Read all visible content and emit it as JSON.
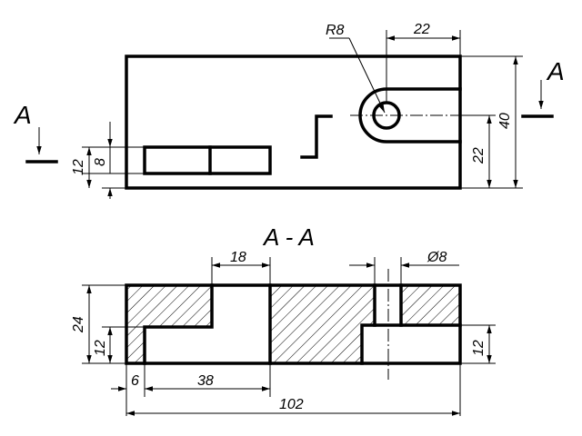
{
  "drawing": {
    "section_title": "A - A",
    "cut_label_left": "A",
    "cut_label_right": "A",
    "top_view": {
      "radius": "R8",
      "slot_length": "22",
      "height": "40",
      "slot_offset": "22",
      "pocket_outer": "12",
      "pocket_inner": "8"
    },
    "section_view": {
      "step_width": "18",
      "hole_diameter": "Ø8",
      "total_height": "24",
      "step_height_left": "12",
      "step_height_right": "12",
      "wall": "6",
      "pocket_length": "38",
      "total_length": "102"
    }
  }
}
